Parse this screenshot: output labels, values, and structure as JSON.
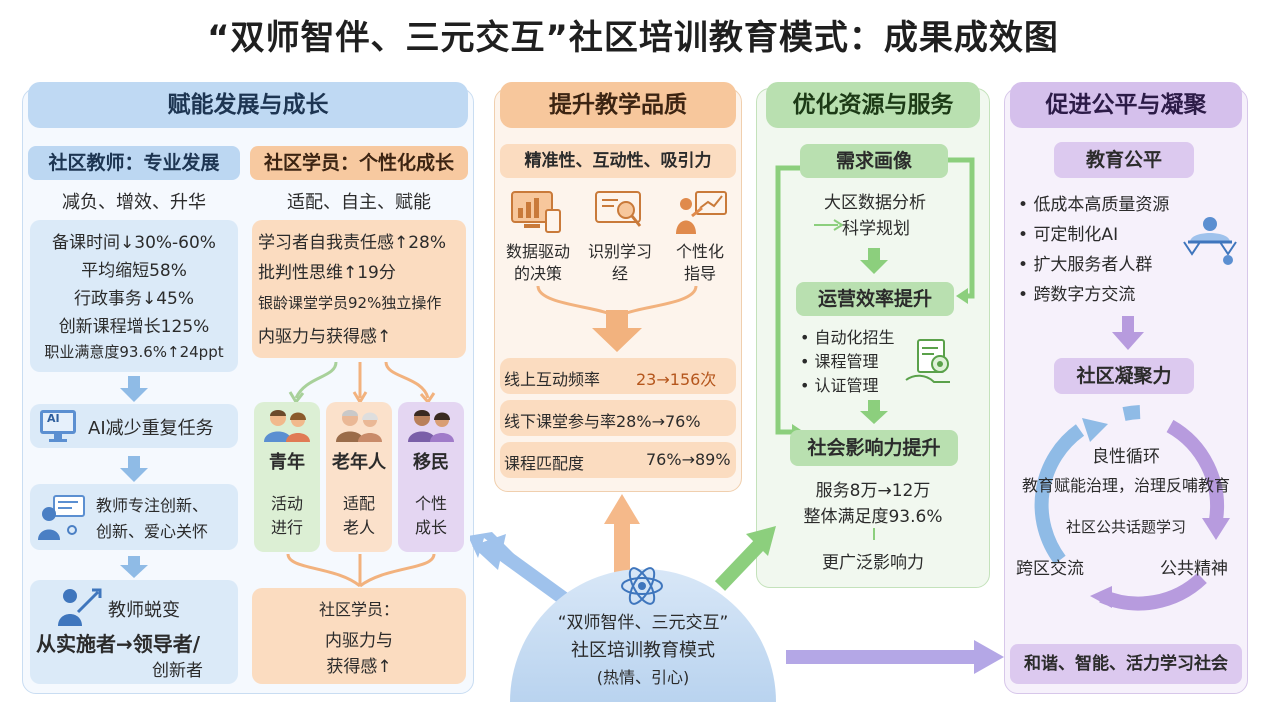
{
  "title": "“双师智伴、三元交互”社区培训教育模式：成果成效图",
  "colors": {
    "blue": "#bfd9f3",
    "orange": "#f7c79c",
    "green": "#b9e0b0",
    "purple": "#d5c0ec"
  },
  "col1": {
    "header": "赋能发展与成长",
    "teacher": {
      "title": "社区教师：专业发展",
      "tagline": "减负、增效、升华",
      "stats": [
        "备课时间↓30%-60%",
        "平均缩短58%",
        "行政事务↓45%",
        "创新课程增长125%",
        "职业满意度93.6%↑24ppt"
      ],
      "ai_label": "AI",
      "ai_step": "AI减少重复任务",
      "focus1": "教师专注创新、",
      "focus2": "创新、爱心关怀",
      "transform_title": "教师蜕变",
      "transform_main": "从实施者→领导者/",
      "transform_sub": "创新者"
    },
    "student": {
      "title": "社区学员：个性化成长",
      "tagline": "适配、自主、赋能",
      "stats": [
        "学习者自我责任感↑28%",
        "批判性思维↑19分",
        "银龄课堂学员92%独立操作",
        "内驱力与获得感↑"
      ],
      "groups": [
        {
          "name": "青年",
          "d1": "活动",
          "d2": "进行"
        },
        {
          "name": "老年人",
          "d1": "适配",
          "d2": "老人"
        },
        {
          "name": "移民",
          "d1": "个性",
          "d2": "成长"
        }
      ],
      "result_title": "社区学员：",
      "result_l1": "内驱力与",
      "result_l2": "获得感↑"
    }
  },
  "col2": {
    "header": "提升教学品质",
    "tagline": "精准性、互动性、吸引力",
    "features": [
      {
        "icon": "data-dashboard-icon",
        "l1": "数据驱动",
        "l2": "的决策"
      },
      {
        "icon": "search-screen-icon",
        "l1": "识别学习",
        "l2": "经"
      },
      {
        "icon": "personal-guidance-icon",
        "l1": "个性化",
        "l2": "指导"
      }
    ],
    "metrics": [
      {
        "label": "线上互动频率",
        "value": "23→156次"
      },
      {
        "label": "线下课堂参与率28%→76%",
        "value": ""
      },
      {
        "label": "课程匹配度",
        "value": "76%→89%"
      }
    ]
  },
  "col3": {
    "header": "优化资源与服务",
    "demand": "需求画像",
    "demand_l1": "大区数据分析",
    "demand_l2": "科学规划",
    "ops": "运营效率提升",
    "ops_items": [
      "自动化招生",
      "课程管理",
      "认证管理"
    ],
    "impact": "社会影响力提升",
    "impact_l1": "服务8万→12万",
    "impact_l2": "整体满足度93.6%",
    "impact_l3": "更广泛影响力"
  },
  "col4": {
    "header": "促进公平与凝聚",
    "equity": "教育公平",
    "equity_items": [
      "低成本高质量资源",
      "可定制化AI",
      "扩大服务者人群",
      "跨数字方交流"
    ],
    "cohesion": "社区凝聚力",
    "cycle_title": "良性循环",
    "cycle_l1": "教育赋能治理，治理反哺教育",
    "cycle_l2": "社区公共话题学习",
    "cycle_left": "跨区交流",
    "cycle_right": "公共精神",
    "final": "和谐、智能、活力学习社会"
  },
  "center": {
    "l1": "“双师智伴、三元交互”",
    "l2": "社区培训教育模式",
    "l3": "(热情、引心)"
  }
}
